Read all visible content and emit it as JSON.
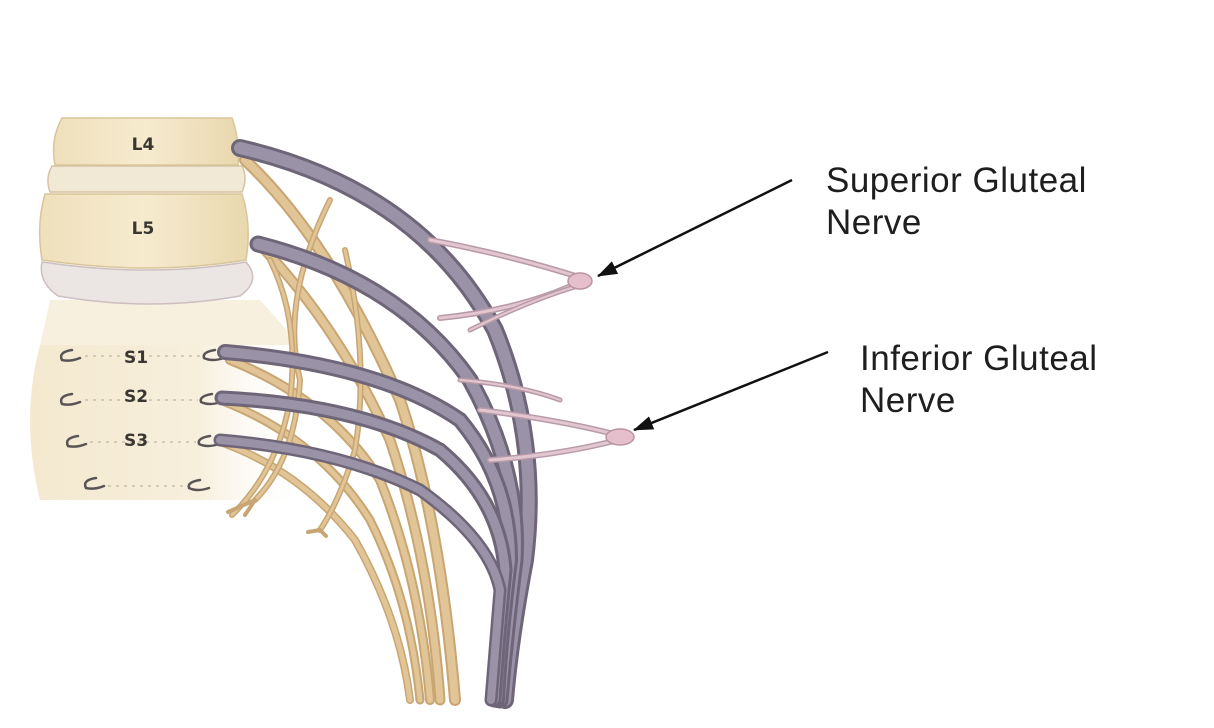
{
  "vertebrae": {
    "l4": "L4",
    "l5": "L5"
  },
  "sacral_foramina": {
    "s1": "S1",
    "s2": "S2",
    "s3": "S3"
  },
  "callouts": {
    "superior_gluteal": {
      "line1": "Superior Gluteal",
      "line2": "Nerve"
    },
    "inferior_gluteal": {
      "line1": "Inferior Gluteal",
      "line2": "Nerve"
    }
  },
  "colors": {
    "bone": "#f3e6c6",
    "bone_shadow": "#e0cfa6",
    "disc": "#ece7e2",
    "nerve_purple": "#8d8499",
    "nerve_purple_dark": "#6e6678",
    "nerve_tan": "#d9b987",
    "nerve_tan_dark": "#c29d68",
    "junction_pink": "#e4b9c8",
    "arrow": "#111111",
    "text": "#1e1e1e"
  }
}
